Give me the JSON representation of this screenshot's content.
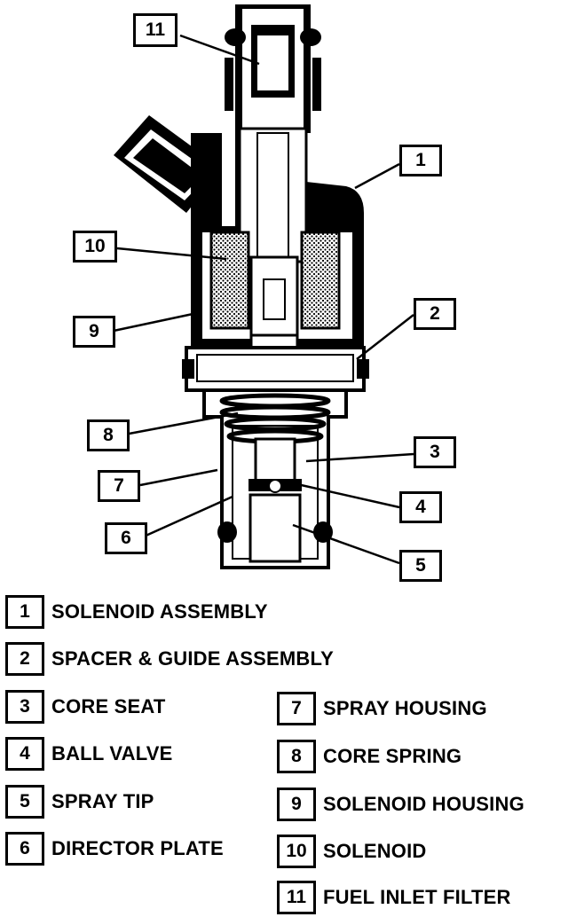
{
  "callouts": {
    "c1": "1",
    "c2": "2",
    "c3": "3",
    "c4": "4",
    "c5": "5",
    "c6": "6",
    "c7": "7",
    "c8": "8",
    "c9": "9",
    "c10": "10",
    "c11": "11"
  },
  "legend": [
    {
      "num": "1",
      "label": "SOLENOID ASSEMBLY"
    },
    {
      "num": "2",
      "label": "SPACER & GUIDE ASSEMBLY"
    },
    {
      "num": "3",
      "label": "CORE SEAT"
    },
    {
      "num": "4",
      "label": "BALL VALVE"
    },
    {
      "num": "5",
      "label": "SPRAY TIP"
    },
    {
      "num": "6",
      "label": "DIRECTOR PLATE"
    },
    {
      "num": "7",
      "label": "SPRAY HOUSING"
    },
    {
      "num": "8",
      "label": "CORE SPRING"
    },
    {
      "num": "9",
      "label": "SOLENOID HOUSING"
    },
    {
      "num": "10",
      "label": "SOLENOID"
    },
    {
      "num": "11",
      "label": "FUEL INLET FILTER"
    }
  ]
}
